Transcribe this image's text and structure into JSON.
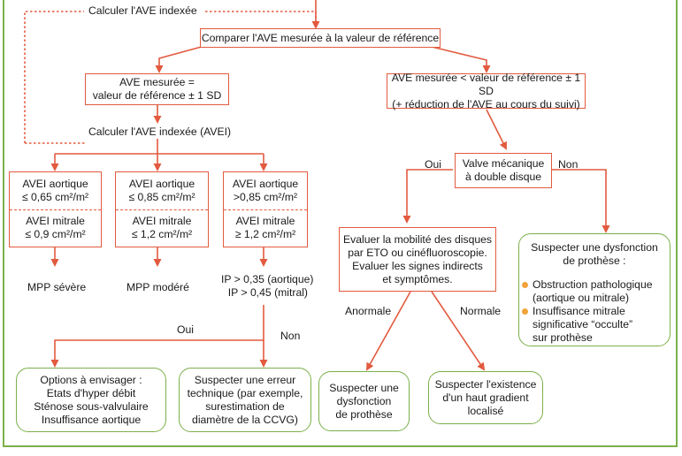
{
  "top": {
    "compute_ave_indexed_top": "Calculer l'AVE indexée",
    "compare": "Comparer l'AVE mesurée à la valeur de référence"
  },
  "left_branch": {
    "equal_line1": "AVE mesurée =",
    "equal_line2": "valeur de  référence ± 1 SD",
    "compute_avei": "Calculer l'AVE indexée (AVEI)",
    "col1": {
      "aortic_label": "AVEI  aortique",
      "aortic_value": "≤ 0,65 cm²/m²",
      "mitral_label": "AVEI mitrale",
      "mitral_value": "≤ 0,9 cm²/m²",
      "result": "MPP sévère"
    },
    "col2": {
      "aortic_label": "AVEI  aortique",
      "aortic_value": "≤  0,85 cm²/m²",
      "mitral_label": "AVEI mitrale",
      "mitral_value": "≤ 1,2 cm²/m²",
      "result": "MPP modéré"
    },
    "col3": {
      "aortic_label": "AVEI  aortique",
      "aortic_value": ">0,85 cm²/m²",
      "mitral_label": "AVEI mitrale",
      "mitral_value": "≥  1,2 cm²/m²",
      "ip_line1": "IP > 0,35 (aortique)",
      "ip_line2": "IP > 0,45 (mitral)"
    },
    "yes_label": "Oui",
    "no_label": "Non",
    "options_box": [
      "Options à envisager :",
      "Etats d'hyper débit",
      "Sténose sous-valvulaire",
      "Insuffisance aortique"
    ],
    "error_box": [
      "Suspecter une erreur",
      "technique (par exemple,",
      "surestimation de",
      "diamètre de la CCVG)"
    ]
  },
  "right_branch": {
    "less_line1": "AVE mesurée < valeur de référence ± 1 SD",
    "less_line2": "(+ réduction de l'AVE au cours du suivi)",
    "valve_line1": "Valve mécanique",
    "valve_line2": "à double disque",
    "yes_label": "Oui",
    "no_label": "Non",
    "evaluate": [
      "Evaluer la mobilité des disques",
      "par ETO ou cinéfluoroscopie.",
      "Evaluer les signes indirects",
      "et symptômes."
    ],
    "abnormal_label": "Anormale",
    "normal_label": "Normale",
    "dysfunction_box": [
      "Suspecter une",
      "dysfonction",
      "de  prothèse"
    ],
    "gradient_box": [
      "Suspecter l'existence",
      "d'un haut gradient",
      "localisé"
    ],
    "suspect_box": {
      "title_line1": "Suspecter une dysfonction",
      "title_line2": "de prothèse :",
      "bullet1_line1": "Obstruction pathologique",
      "bullet1_line2": "(aortique ou mitrale)",
      "bullet2_line1": "Insuffisance mitrale",
      "bullet2_line2": "significative “occulte”",
      "bullet2_line3": "sur prothèse"
    }
  },
  "colors": {
    "arrow": "#e25a3f",
    "green_border": "#7bb04a",
    "bullet": "#f2a33a"
  }
}
